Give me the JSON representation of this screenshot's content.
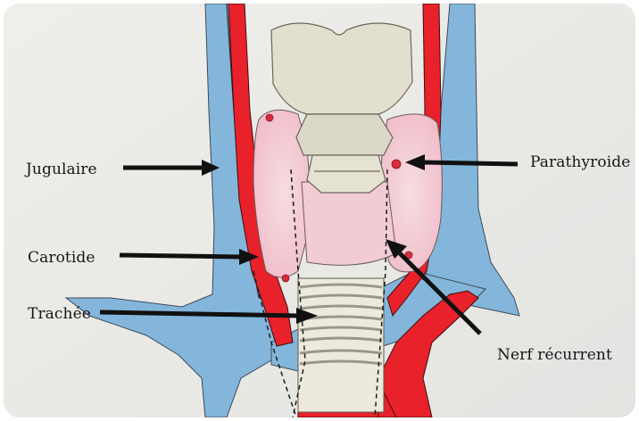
{
  "labels": {
    "jugulaire": "Jugulaire",
    "carotide": "Carotide",
    "trachee": "Trachée",
    "parathyroide": "Parathyroide",
    "nerf_recurrent": "Nerf récurrent"
  },
  "colors": {
    "background": "#e9e9e4",
    "vein_blue": "#7fb3d8",
    "artery_red": "#e8212a",
    "thyroid_pink": "#f2c6cf",
    "cartilage": "#e4dfcf",
    "arrow": "#111111"
  }
}
